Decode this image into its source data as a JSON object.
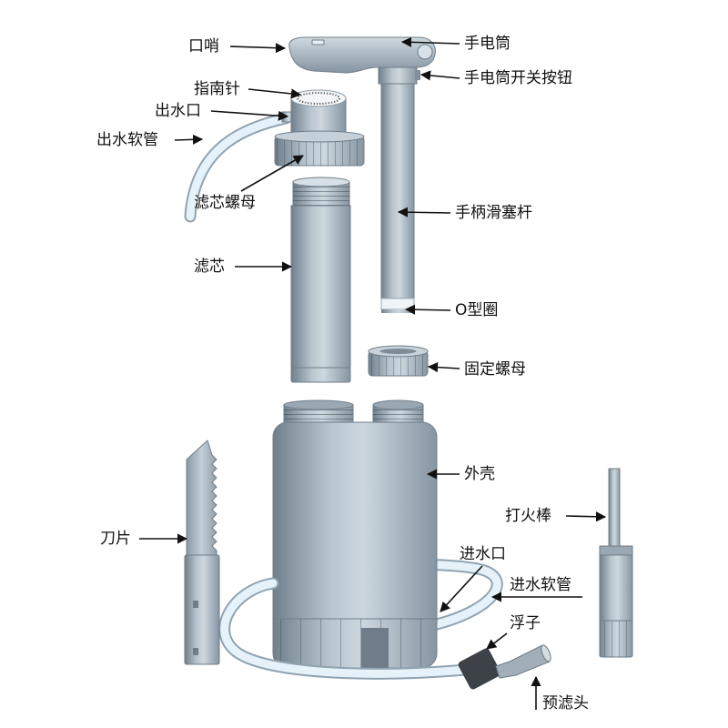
{
  "labels": {
    "whistle": "口哨",
    "flashlight": "手电筒",
    "flashlight_switch": "手电筒开关按钮",
    "compass": "指南针",
    "outlet": "出水口",
    "outlet_hose": "出水软管",
    "filter_nut": "滤芯螺母",
    "plunger_rod": "手柄滑塞杆",
    "filter": "滤芯",
    "o_ring": "O型圈",
    "fixing_nut": "固定螺母",
    "housing": "外壳",
    "fire_starter": "打火棒",
    "blade": "刀片",
    "inlet": "进水口",
    "inlet_hose": "进水软管",
    "float": "浮子",
    "prefilter": "预滤头"
  },
  "colors": {
    "text": "#111111",
    "hose": "#e6f2f9",
    "hose_edge": "#8fa3b1",
    "float": "#3c4247"
  }
}
